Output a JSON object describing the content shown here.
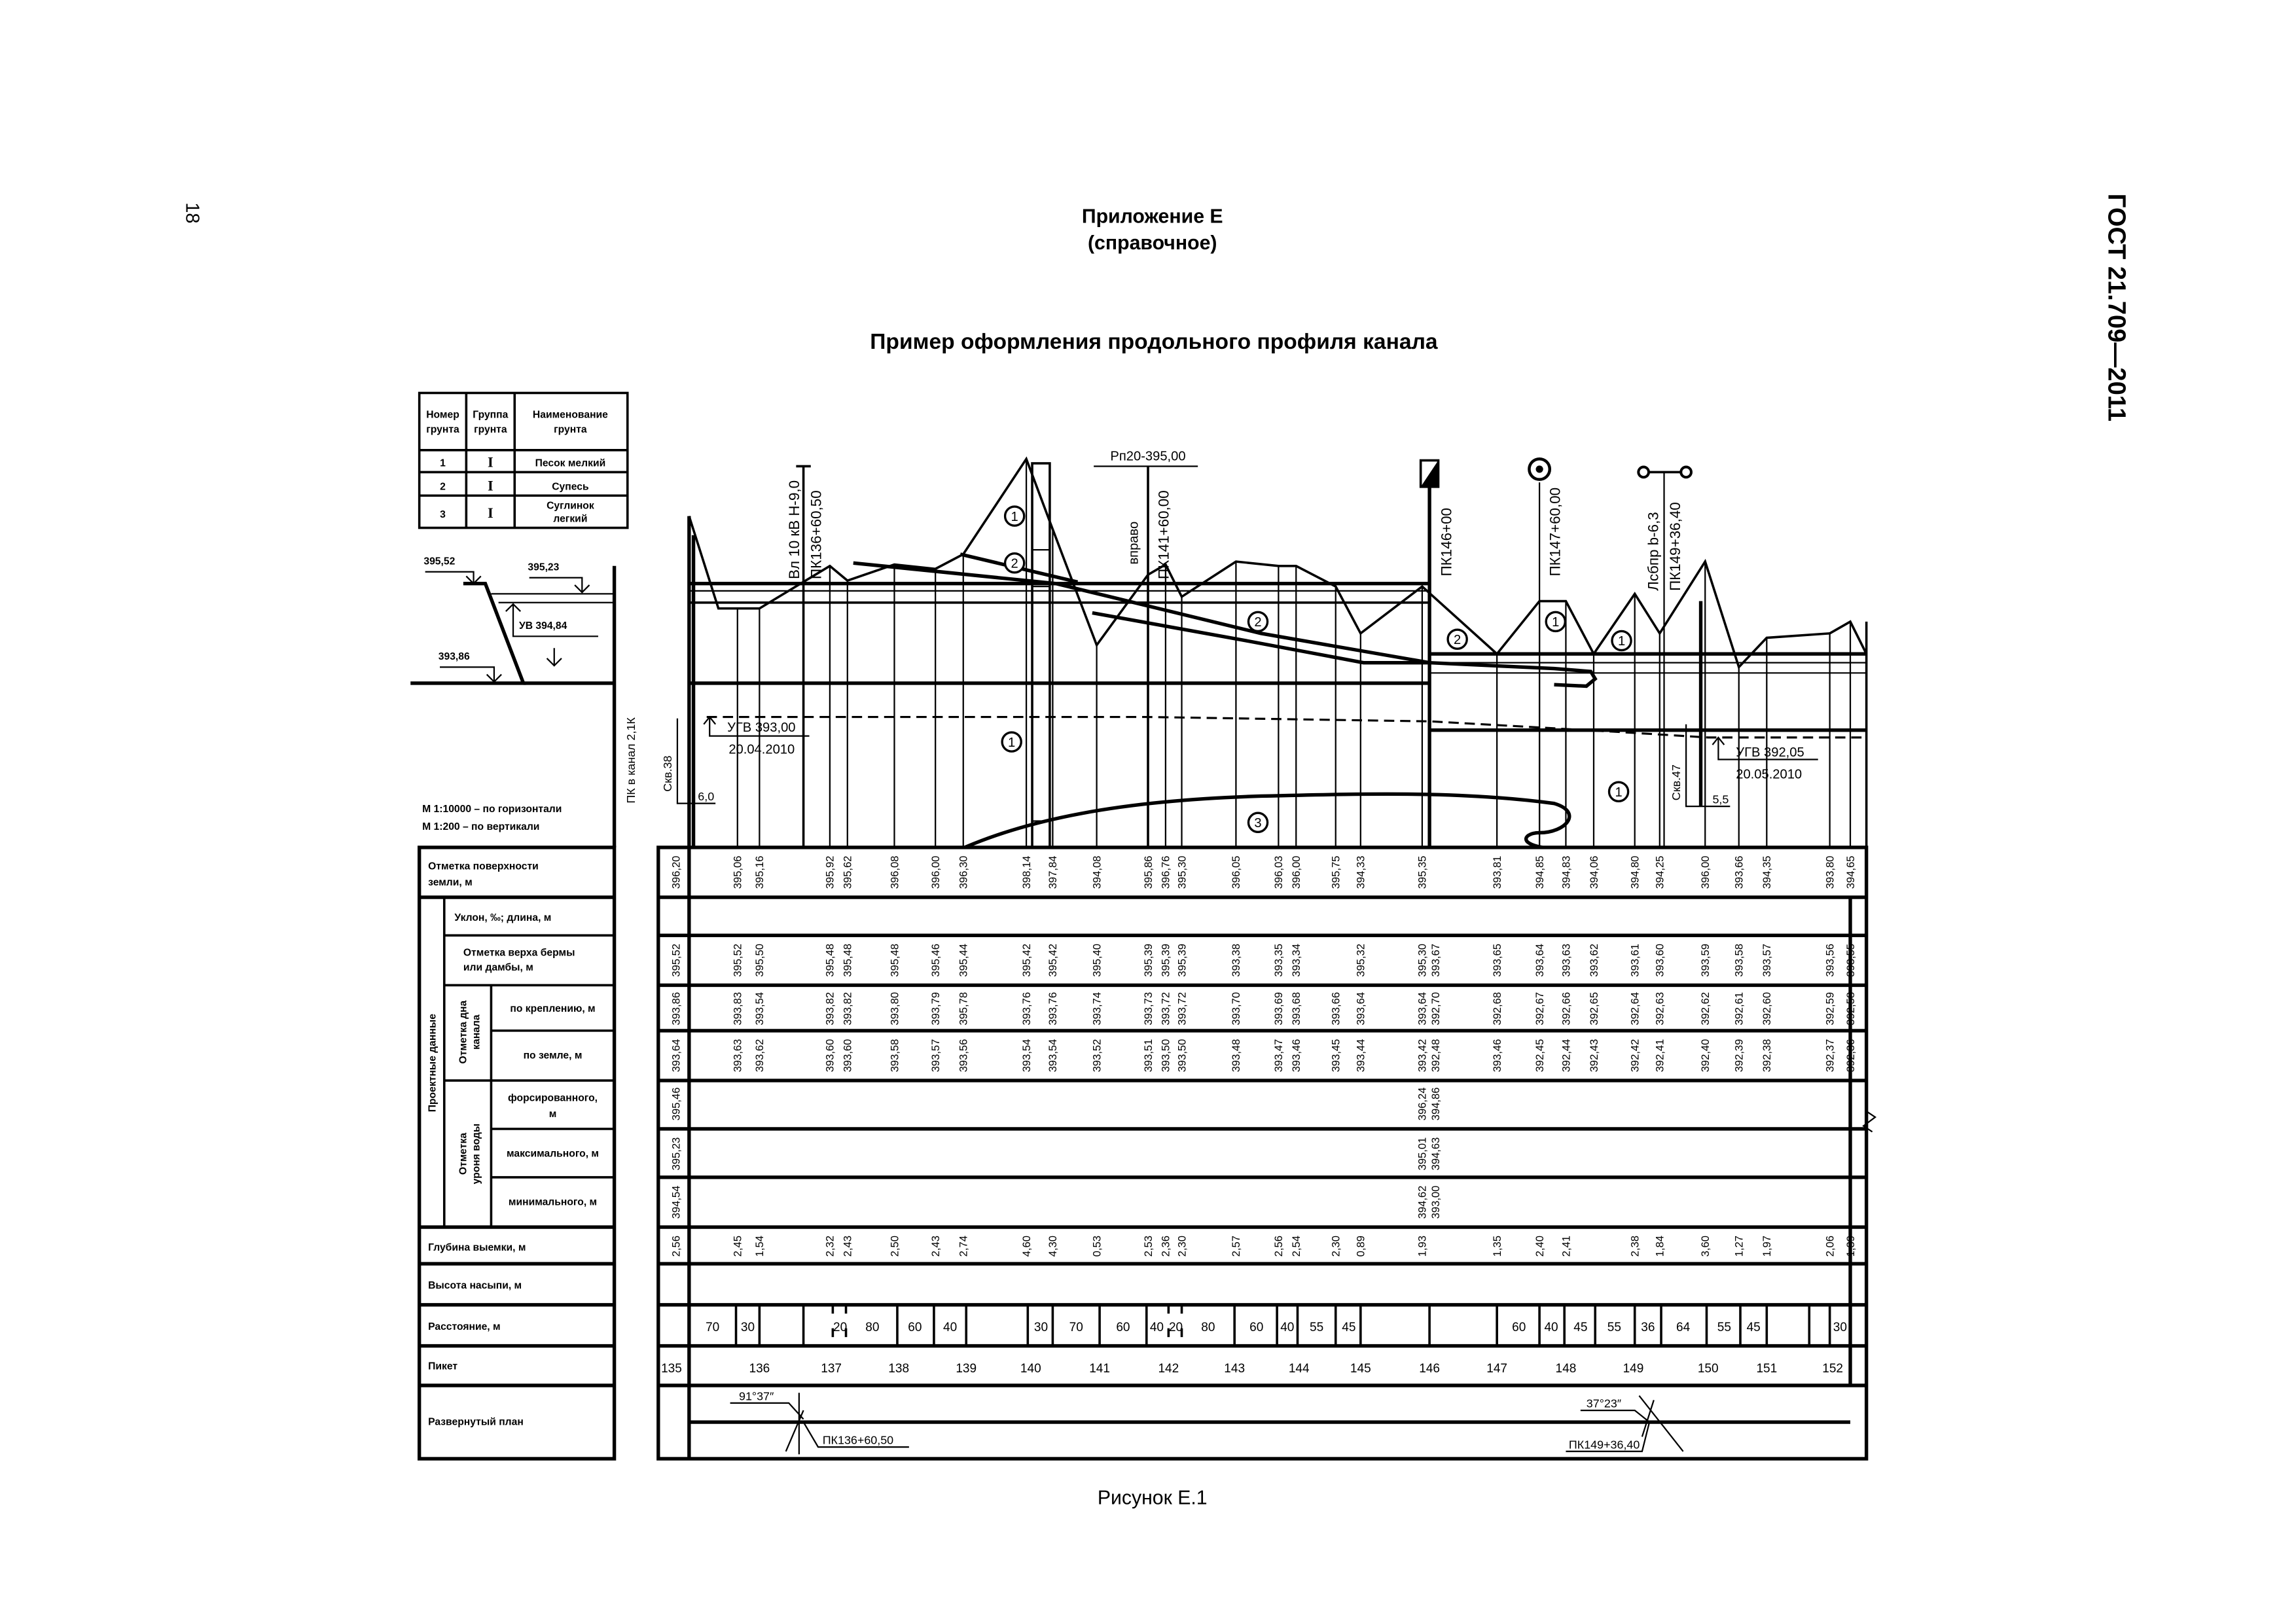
{
  "page_number": "18",
  "standard": "ГОСТ 21.709—2011",
  "appendix": {
    "title": "Приложение Е",
    "note": "(справочное)"
  },
  "figure_title": "Пример оформления продольного профиля канала",
  "figure_caption": "Рисунок Е.1",
  "soil_legend": {
    "headers": [
      [
        "Номер",
        "грунта"
      ],
      [
        "Группа",
        "грунта"
      ],
      [
        "Наименование",
        "грунта"
      ]
    ],
    "rows": [
      {
        "number": "1",
        "group": "I",
        "name": [
          "Песок мелкий"
        ]
      },
      {
        "number": "2",
        "group": "I",
        "name": [
          "Супесь"
        ]
      },
      {
        "number": "3",
        "group": "I",
        "name": [
          "Суглинок",
          "легкий"
        ]
      }
    ]
  },
  "cross_section": {
    "berm_left": "395,52",
    "berm_right": "395,23",
    "water_level": "УВ 394,84",
    "bottom": "393,86"
  },
  "scale": {
    "horizontal": "М 1:10000 – по горизонтали",
    "vertical": "М 1:200 – по вертикали"
  },
  "pk_label": "ПК в канал 2,1К",
  "profile_labels": {
    "line_crossing": [
      "Вл 10 кВ Н-9,0",
      "ПК136+60,50"
    ],
    "benchmark": "Рп20-395,00",
    "benchmark_side": [
      "вправо",
      "ПК141+60,00"
    ],
    "pk146": "ПК146+00",
    "pk147": "ПК147+60,00",
    "forest_belt": [
      "Лсбпр b-6,3",
      "ПК149+36,40"
    ],
    "gw_left": {
      "level": "УГВ 393,00",
      "date": "20.04.2010"
    },
    "gw_right": {
      "level": "УГВ 392,05",
      "date": "20.05.2010"
    },
    "borehole_left": {
      "name": "Скв.38",
      "depth": "6,0"
    },
    "borehole_right": {
      "name": "Скв.47",
      "depth": "5,5"
    },
    "soil_markers": [
      "1",
      "2",
      "2",
      "1",
      "3",
      "2",
      "1",
      "1",
      "1"
    ]
  },
  "row_headers": {
    "surface": [
      "Отметка поверхности",
      "земли, м"
    ],
    "design_group": "Проектные данные",
    "slope": "Уклон, ‰; длина, м",
    "berm": [
      "Отметка верха бермы",
      "или дамбы, м"
    ],
    "bottom_group": [
      "Отметка дна",
      "канала"
    ],
    "bottom_lining": "по креплению, м",
    "bottom_ground": "по земле, м",
    "water_group": [
      "Отметка",
      "уроня воды"
    ],
    "water_forced": [
      "форсированного,",
      "м"
    ],
    "water_max": "максимального, м",
    "water_min": "минимального, м",
    "cut_depth": "Глубина выемки, м",
    "fill_height": "Высота насыпи, м",
    "distance": "Расстояние, м",
    "picket": "Пикет",
    "plan": "Развернутый план"
  },
  "profile_table": {
    "columns": [
      {
        "surface": "396,20",
        "berm": "395,52",
        "bottom_lining": "393,86",
        "bottom_ground": "393,64",
        "water_forced": "395,46",
        "water_max": "395,23",
        "water_min": "394,54",
        "cut_depth": "2,56"
      },
      {
        "surface": "395,06",
        "berm": "395,52",
        "bottom_lining": "393,83",
        "bottom_ground": "393,63",
        "cut_depth": "2,45"
      },
      {
        "surface": "395,16",
        "berm": "395,50",
        "bottom_lining": "393,54",
        "bottom_ground": "393,62",
        "cut_depth": "1,54"
      },
      {
        "surface": "395,92",
        "berm": "395,48",
        "bottom_lining": "393,82",
        "bottom_ground": "393,60",
        "cut_depth": "2,32"
      },
      {
        "surface": "395,62",
        "berm": "395,48",
        "bottom_lining": "393,82",
        "bottom_ground": "393,60",
        "cut_depth": "2,43"
      },
      {
        "surface": "396,08",
        "berm": "395,48",
        "bottom_lining": "393,80",
        "bottom_ground": "393,58",
        "cut_depth": "2,50"
      },
      {
        "surface": "396,00",
        "berm": "395,46",
        "bottom_lining": "393,79",
        "bottom_ground": "393,57",
        "cut_depth": "2,43"
      },
      {
        "surface": "396,30",
        "berm": "395,44",
        "bottom_lining": "395,78",
        "bottom_ground": "393,56",
        "cut_depth": "2,74"
      },
      {
        "surface": "398,14",
        "berm": "395,42",
        "bottom_lining": "393,76",
        "bottom_ground": "393,54",
        "cut_depth": "4,60"
      },
      {
        "surface": "397,84",
        "berm": "395,42",
        "bottom_lining": "393,76",
        "bottom_ground": "393,54",
        "cut_depth": "4,30"
      },
      {
        "surface": "394,08",
        "berm": "395,40",
        "bottom_lining": "393,74",
        "bottom_ground": "393,52",
        "cut_depth": "0,53"
      },
      {
        "surface": "395,86",
        "berm": "395,39",
        "bottom_lining": "393,73",
        "bottom_ground": "393,51",
        "cut_depth": "2,53"
      },
      {
        "surface": "396,76",
        "berm": "395,39",
        "bottom_lining": "393,72",
        "bottom_ground": "393,50",
        "cut_depth": "2,36"
      },
      {
        "surface": "395,30",
        "berm": "395,39",
        "bottom_lining": "393,72",
        "bottom_ground": "393,50",
        "cut_depth": "2,30"
      },
      {
        "surface": "396,05",
        "berm": "393,38",
        "bottom_lining": "393,70",
        "bottom_ground": "393,48",
        "cut_depth": "2,57"
      },
      {
        "surface": "396,03",
        "berm": "393,35",
        "bottom_lining": "393,69",
        "bottom_ground": "393,47",
        "cut_depth": "2,56"
      },
      {
        "surface": "396,00",
        "berm": "393,34",
        "bottom_lining": "393,68",
        "bottom_ground": "393,46",
        "cut_depth": "2,54"
      },
      {
        "surface": "395,75",
        "bottom_lining": "393,66",
        "bottom_ground": "393,45",
        "cut_depth": "2,30"
      },
      {
        "surface": "394,33",
        "berm": "395,32",
        "bottom_lining": "393,64",
        "bottom_ground": "393,44",
        "cut_depth": "0,89"
      },
      {
        "surface": "395,35",
        "berm": "395,30",
        "bottom_lining": "393,64",
        "bottom_ground": "393,42",
        "water_forced": "396,24",
        "water_max": "395,01",
        "water_min": "394,62",
        "cut_depth": "1,93"
      },
      {
        "berm": "393,67",
        "bottom_lining": "392,70",
        "bottom_ground": "392,48",
        "water_forced": "394,86",
        "water_max": "394,63",
        "water_min": "393,00"
      },
      {
        "surface": "393,81",
        "berm": "393,65",
        "bottom_lining": "392,68",
        "bottom_ground": "393,46",
        "cut_depth": "1,35"
      },
      {
        "surface": "394,85",
        "berm": "393,64",
        "bottom_lining": "392,67",
        "bottom_ground": "392,45",
        "cut_depth": "2,40"
      },
      {
        "surface": "394,83",
        "berm": "393,63",
        "bottom_lining": "392,66",
        "bottom_ground": "392,44",
        "cut_depth": "2,41"
      },
      {
        "surface": "394,06",
        "berm": "393,62",
        "bottom_lining": "392,65",
        "bottom_ground": "392,43"
      },
      {
        "surface": "394,80",
        "berm": "393,61",
        "bottom_lining": "392,64",
        "bottom_ground": "392,42",
        "cut_depth": "2,38"
      },
      {
        "surface": "394,25",
        "berm": "393,60",
        "bottom_lining": "392,63",
        "bottom_ground": "392,41",
        "cut_depth": "1,84"
      },
      {
        "surface": "396,00",
        "berm": "393,59",
        "bottom_lining": "392,62",
        "bottom_ground": "392,40",
        "cut_depth": "3,60"
      },
      {
        "surface": "393,66",
        "berm": "393,58",
        "bottom_lining": "392,61",
        "bottom_ground": "392,39",
        "cut_depth": "1,27"
      },
      {
        "surface": "394,35",
        "berm": "393,57",
        "bottom_lining": "392,60",
        "bottom_ground": "392,38",
        "cut_depth": "1,97"
      },
      {
        "surface": "393,80",
        "berm": "393,56",
        "bottom_lining": "392,59",
        "bottom_ground": "392,37",
        "cut_depth": "2,06"
      },
      {
        "surface": "394,65",
        "berm": "393,55",
        "bottom_lining": "392,58",
        "bottom_ground": "392,36",
        "cut_depth": "1,39"
      }
    ],
    "distances": [
      "70",
      "30",
      "20",
      "80",
      "60",
      "40",
      "30",
      "70",
      "60",
      "40",
      "20",
      "80",
      "60",
      "40",
      "55",
      "45",
      "60",
      "40",
      "45",
      "55",
      "36",
      "64",
      "55",
      "45",
      "30"
    ],
    "pickets": [
      "135",
      "136",
      "137",
      "138",
      "139",
      "140",
      "141",
      "142",
      "143",
      "144",
      "145",
      "146",
      "147",
      "148",
      "149",
      "150",
      "151",
      "152"
    ],
    "plan": {
      "angle_1": "91°37″",
      "point_1": "ПК136+60,50",
      "angle_2": "37°23″",
      "point_2": "ПК149+36,40"
    }
  }
}
